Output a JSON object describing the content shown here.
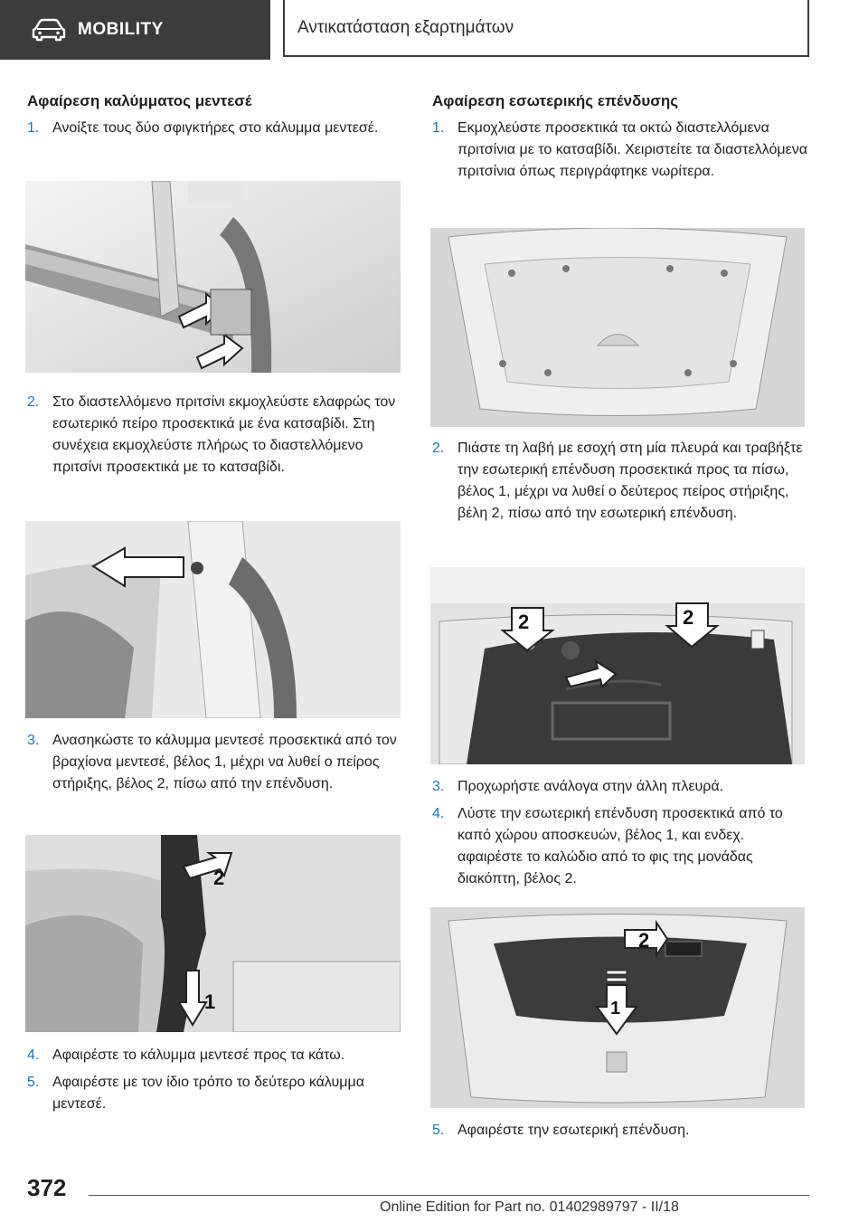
{
  "header": {
    "section": "MOBILITY",
    "chapter": "Αντικατάσταση εξαρτημάτων"
  },
  "left": {
    "title": "Αφαίρεση καλύμματος μεντεσέ",
    "steps": [
      {
        "num": "1.",
        "text": "Ανοίξτε τους δύο σφιγκτήρες στο κάλυμμα μεντεσέ."
      },
      {
        "num": "2.",
        "text": "Στο διαστελλόμενο πριτσίνι εκμοχλεύστε ελα­φρώς τον εσωτερικό πείρο προσεκτικά με ένα κατσαβίδι. Στη συνέχεια εκμοχλεύστε πλήρως το διαστελλόμενο πριτσίνι προσεκτικά με το κατσαβίδι."
      },
      {
        "num": "3.",
        "text": "Ανασηκώστε το κάλυμμα μεντεσέ προσεκτικά από τον βραχίονα μεντεσέ, βέλος 1, μέχρι να λυθεί ο πείρος στήριξης, βέλος 2, πίσω από την επένδυση."
      },
      {
        "num": "4.",
        "text": "Αφαιρέστε το κάλυμμα μεντεσέ προς τα κάτω."
      },
      {
        "num": "5.",
        "text": "Αφαιρέστε με τον ίδιο τρόπο το δεύτερο κά­λυμμα μεντεσέ."
      }
    ],
    "fig3_labels": [
      "2",
      "1"
    ]
  },
  "right": {
    "title": "Αφαίρεση εσωτερικής επένδυσης",
    "steps": [
      {
        "num": "1.",
        "text": "Εκμοχλεύστε προσεκτικά τα οκτώ διαστελλό­μενα πριτσίνια με το κατσαβίδι. Χειριστείτε τα διαστελλόμενα πριτσίνια όπως περιγράφτηκε νωρίτερα."
      },
      {
        "num": "2.",
        "text": "Πιάστε τη λαβή με εσοχή στη μία πλευρά και τραβήξτε την εσωτερική επένδυση προσε­κτικά προς τα πίσω, βέλος 1, μέχρι να λυθεί ο δεύτερος πείρος στήριξης, βέλη 2, πίσω από την εσωτερική επένδυση."
      },
      {
        "num": "3.",
        "text": "Προχωρήστε ανάλογα στην άλλη πλευρά."
      },
      {
        "num": "4.",
        "text": "Λύστε την εσωτερική επένδυση προσεκτικά από το καπό χώρου αποσκευών, βέλος 1, και ενδεχ. αφαιρέστε το καλώδιο από το φις της μονάδας διακόπτη, βέλος 2."
      },
      {
        "num": "5.",
        "text": "Αφαιρέστε την εσωτερική επένδυση."
      }
    ],
    "fig2_labels": [
      "2",
      "2"
    ],
    "fig3_labels": [
      "2",
      "1"
    ]
  },
  "footer": {
    "page_number": "372",
    "edition": "Online Edition for Part no. 01402989797 - II/18"
  }
}
